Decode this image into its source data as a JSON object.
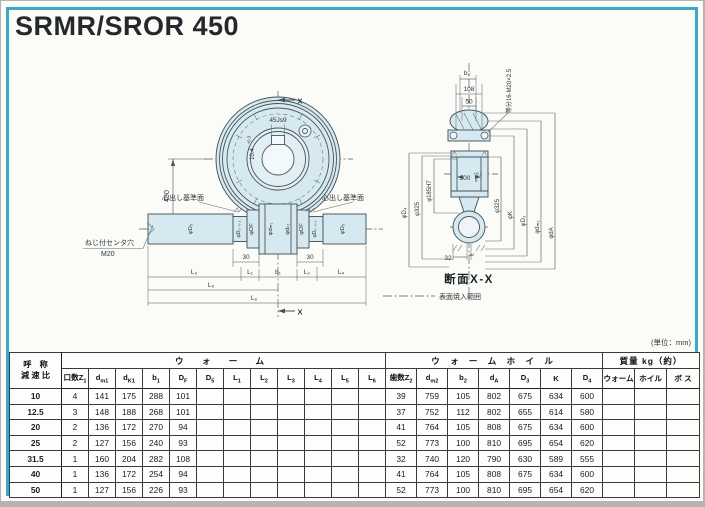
{
  "page": {
    "title": "SRMR/SROR 450",
    "unit_note": "(単位：mm)"
  },
  "drawing": {
    "front": {
      "section_label_top": "X",
      "section_label_bottom": "X",
      "keyway_width": "45Js9",
      "keyway_depth": "10.4",
      "keyway_depth_tol": "+0.3",
      "dim_height": "450",
      "datum_left": "心出し基準面",
      "datum_right": "心出し基準面",
      "center_hole_note": "ねじ付センタ穴",
      "center_hole_size": "M20",
      "shaft_d5_left": "φD₅",
      "shaft_d5m_left": "φD₅₋₀.₂",
      "shaft_df_left": "φDF",
      "hub_dm1": "φdₘ₁",
      "hub_dk1": "φdₖ₁",
      "shaft_df_right": "φDF",
      "shaft_d5m_right": "φD₅₋₀.₂",
      "shaft_d5_right": "φD₅",
      "dim_30_left": "30",
      "dim_30_right": "30",
      "dim_L1": "L₁",
      "dim_L2": "L₂",
      "dim_L3": "L₃",
      "dim_L4": "L₄",
      "dim_L5": "L₅",
      "dim_L6": "L₆",
      "dim_b1": "b₁"
    },
    "section": {
      "dim_b2": "b₂",
      "dim_108": "108",
      "dim_50": "50",
      "bolt_note": "等分16-M20×2.5",
      "dim_d4": "φD₄",
      "dim_325_left": "φ325",
      "dim_185": "φ185H7",
      "bore": "300",
      "bore_tol_top": "+0.3",
      "bore_tol_bot": "0",
      "dim_325_right": "φ325",
      "dim_k": "φK",
      "dim_d3": "φD₃",
      "dim_dm2": "φdₘ₂",
      "dim_da": "φdA",
      "dim_32": "32",
      "dim_8": "8",
      "caption": "断面X-X",
      "hardening_note": "表面焼入範囲"
    }
  },
  "table": {
    "ratio_header_line1": "呼　称",
    "ratio_header_line2": "減 速 比",
    "groups": [
      {
        "label": "ウ ォ ー ム"
      },
      {
        "label": "ウ ォ ー ム ホ イ ル"
      },
      {
        "label": "質量 kg（約）"
      }
    ],
    "columns": [
      {
        "b": "口数Z",
        "s": "1"
      },
      {
        "b": "d",
        "s": "m1"
      },
      {
        "b": "d",
        "s": "K1"
      },
      {
        "b": "b",
        "s": "1"
      },
      {
        "b": "D",
        "s": "F"
      },
      {
        "b": "D",
        "s": "5"
      },
      {
        "b": "L",
        "s": "1"
      },
      {
        "b": "L",
        "s": "2"
      },
      {
        "b": "L",
        "s": "3"
      },
      {
        "b": "L",
        "s": "4"
      },
      {
        "b": "L",
        "s": "5"
      },
      {
        "b": "L",
        "s": "6"
      },
      {
        "b": "歯数Z",
        "s": "2"
      },
      {
        "b": "d",
        "s": "m2"
      },
      {
        "b": "b",
        "s": "2"
      },
      {
        "b": "d",
        "s": "A"
      },
      {
        "b": "D",
        "s": "3"
      },
      {
        "b": "K",
        "s": ""
      },
      {
        "b": "D",
        "s": "4"
      },
      {
        "b": "ウォーム",
        "s": ""
      },
      {
        "b": "ホイル",
        "s": ""
      },
      {
        "b": "ボ ス",
        "s": ""
      }
    ],
    "rows": [
      {
        "ratio": "10",
        "cells": [
          "4",
          "141",
          "175",
          "288",
          "101",
          "",
          "",
          "",
          "",
          "",
          "",
          "",
          "39",
          "759",
          "105",
          "802",
          "675",
          "634",
          "600",
          "",
          "",
          ""
        ]
      },
      {
        "ratio": "12.5",
        "cells": [
          "3",
          "148",
          "188",
          "268",
          "101",
          "",
          "",
          "",
          "",
          "",
          "",
          "",
          "37",
          "752",
          "112",
          "802",
          "655",
          "614",
          "580",
          "",
          "",
          ""
        ]
      },
      {
        "ratio": "20",
        "cells": [
          "2",
          "136",
          "172",
          "270",
          "94",
          "",
          "",
          "",
          "",
          "",
          "",
          "",
          "41",
          "764",
          "105",
          "808",
          "675",
          "634",
          "600",
          "",
          "",
          ""
        ]
      },
      {
        "ratio": "25",
        "cells": [
          "2",
          "127",
          "156",
          "240",
          "93",
          "",
          "",
          "",
          "",
          "",
          "",
          "",
          "52",
          "773",
          "100",
          "810",
          "695",
          "654",
          "620",
          "",
          "",
          ""
        ]
      },
      {
        "ratio": "31.5",
        "cells": [
          "1",
          "160",
          "204",
          "282",
          "108",
          "",
          "",
          "",
          "",
          "",
          "",
          "",
          "32",
          "740",
          "120",
          "790",
          "630",
          "589",
          "555",
          "",
          "",
          ""
        ]
      },
      {
        "ratio": "40",
        "cells": [
          "1",
          "136",
          "172",
          "254",
          "94",
          "",
          "",
          "",
          "",
          "",
          "",
          "",
          "41",
          "764",
          "105",
          "808",
          "675",
          "634",
          "600",
          "",
          "",
          ""
        ]
      },
      {
        "ratio": "50",
        "cells": [
          "1",
          "127",
          "156",
          "226",
          "93",
          "",
          "",
          "",
          "",
          "",
          "",
          "",
          "52",
          "773",
          "100",
          "810",
          "695",
          "654",
          "620",
          "",
          "",
          ""
        ]
      }
    ]
  }
}
